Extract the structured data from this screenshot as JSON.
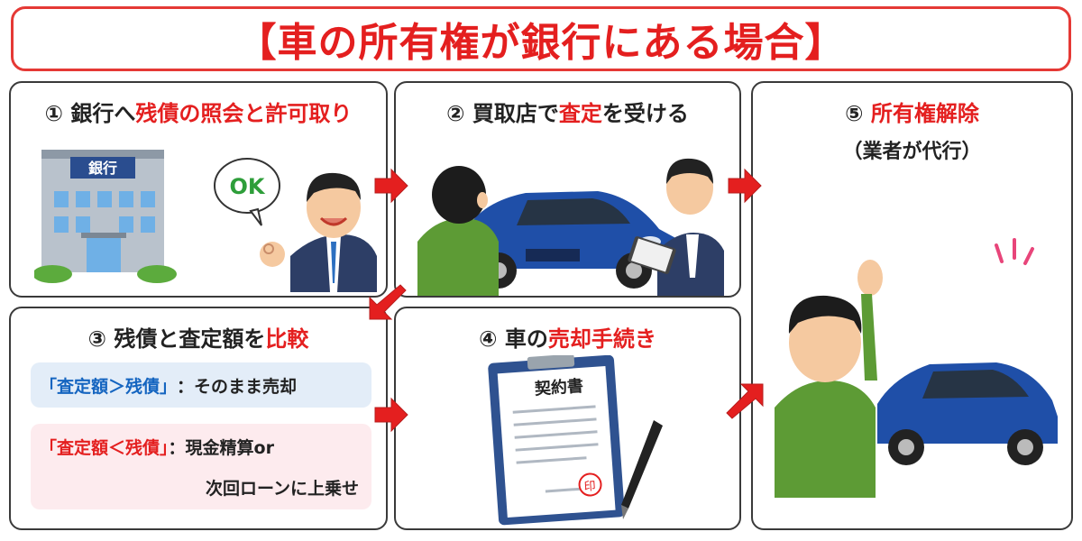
{
  "title": "【車の所有権が銀行にある場合】",
  "steps": [
    {
      "num": "①",
      "text_pre": "銀行へ",
      "highlight": "残債の照会と許可取り",
      "text_post": "",
      "bank_sign": "銀行",
      "ok_bubble": "OK"
    },
    {
      "num": "②",
      "text_pre": "買取店で",
      "highlight": "査定",
      "text_post": "を受ける"
    },
    {
      "num": "③",
      "text_pre": "残債と査定額を",
      "highlight": "比較",
      "text_post": "",
      "case1_label": "「査定額＞残債」",
      "case1_text": "：そのまま売却",
      "case2_label": "「査定額＜残債」",
      "case2_text": "：現金精算or",
      "case2_text2": "次回ローンに上乗せ"
    },
    {
      "num": "④",
      "text_pre": "車の",
      "highlight": "売却手続き",
      "text_post": "",
      "doc_title": "契約書",
      "seal": "印"
    },
    {
      "num": "⑤",
      "text_pre": "",
      "highlight": "所有権解除",
      "text_post": "",
      "sub": "（業者が代行）"
    }
  ],
  "colors": {
    "accent": "#e41f1f",
    "blue_text": "#1565c0",
    "panel_border": "#3a3a3a",
    "arrow": "#e41f1f",
    "car": "#1f4fa8"
  }
}
